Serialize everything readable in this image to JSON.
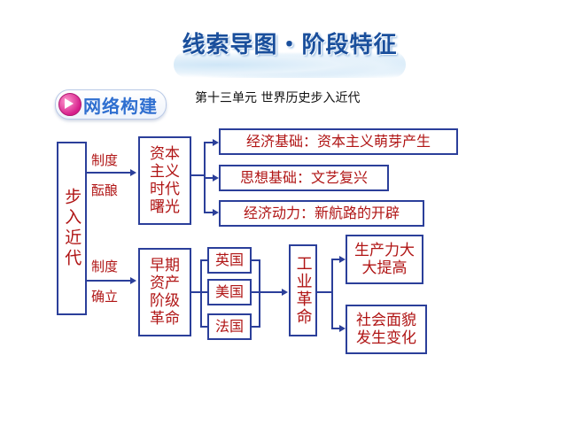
{
  "header": {
    "title": "线索导图・阶段特征",
    "badge_label": "网络构建",
    "subtitle": "第十三单元  世界历史步入近代"
  },
  "diagram": {
    "root": "步入近代",
    "upper_branch": {
      "label_line1": "制度",
      "label_line2": "酝酿",
      "node": "资本主义时代曙光",
      "children": [
        "经济基础：资本主义萌芽产生",
        "思想基础：文艺复兴",
        "经济动力：新航路的开辟"
      ]
    },
    "lower_branch": {
      "label_line1": "制度",
      "label_line2": "确立",
      "node": "早期资产阶级革命",
      "countries": [
        "英国",
        "美国",
        "法国"
      ],
      "middle_node": "工业革命",
      "results": [
        "生产力大大提高",
        "社会面貌发生变化"
      ]
    }
  }
}
